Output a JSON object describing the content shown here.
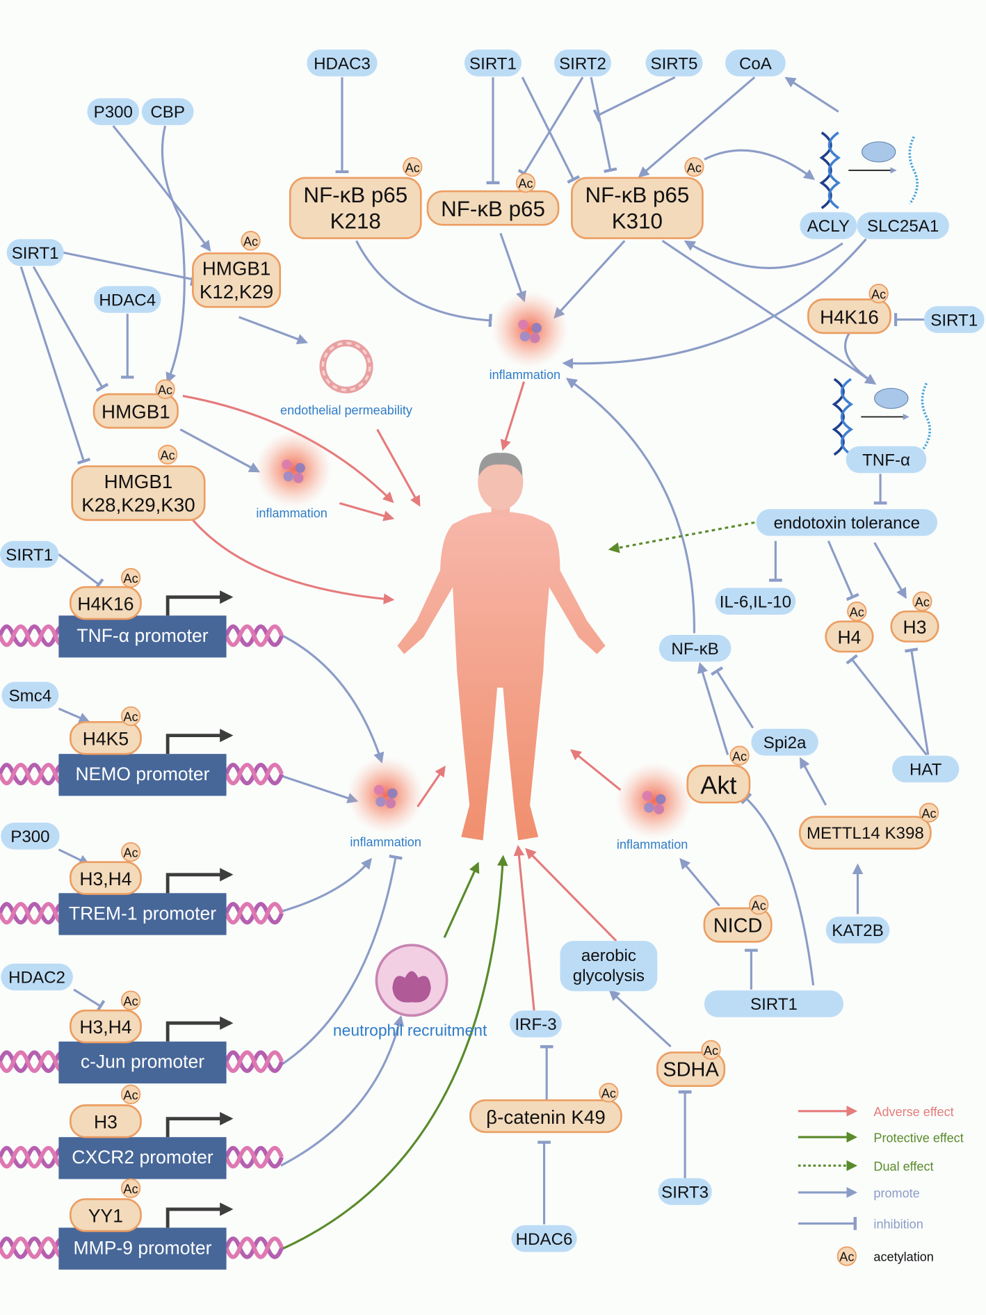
{
  "nodes": {
    "hdac3": "HDAC3",
    "sirt1_top": "SIRT1",
    "sirt2": "SIRT2",
    "sirt5": "SIRT5",
    "coa": "CoA",
    "p300_top": "P300",
    "cbp": "CBP",
    "sirt1_left": "SIRT1",
    "hdac4": "HDAC4",
    "acly": "ACLY",
    "slc25a1": "SLC25A1",
    "sirt1_h4k16": "SIRT1",
    "tnfa": "TNF-α",
    "endotoxin": "endotoxin tolerance",
    "il6": "IL-6,IL-10",
    "nfkb": "NF-κB",
    "spi2a": "Spi2a",
    "hat": "HAT",
    "sirt1_bottom": "SIRT1",
    "kat2b": "KAT2B",
    "irf3": "IRF-3",
    "hdac6": "HDAC6",
    "sirt3": "SIRT3",
    "aerobic": [
      "aerobic",
      "glycolysis"
    ],
    "sirt1_prom": "SIRT1",
    "smc4": "Smc4",
    "p300_prom": "P300",
    "hdac2": "HDAC2",
    "nfkb218": [
      "NF-κB p65",
      "K218"
    ],
    "nfkb_mid": "NF-κB p65",
    "nfkb310": [
      "NF-κB p65",
      "K310"
    ],
    "hmgb1_k12": [
      "HMGB1",
      "K12,K29"
    ],
    "hmgb1": "HMGB1",
    "hmgb1_k28": [
      "HMGB1",
      "K28,K29,K30"
    ],
    "h4k16_r": "H4K16",
    "h4": "H4",
    "h3": "H3",
    "akt": "Akt",
    "mettl14": "METTL14 K398",
    "nicd": "NICD",
    "sdha": "SDHA",
    "bcat": "β-catenin K49",
    "ph_h4k16": "H4K16",
    "ph_h4k5": "H4K5",
    "ph_h3h4": "H3,H4",
    "ph_h3h4_2": "H3,H4",
    "ph_h3": "H3",
    "ph_yy1": "YY1"
  },
  "promoters": [
    "TNF-α promoter",
    "NEMO promoter",
    "TREM-1 promoter",
    "c-Jun promoter",
    "CXCR2 promoter",
    "MMP-9 promoter"
  ],
  "labels": {
    "inflammation": "inflammation",
    "endothelial": "endothelial permeability",
    "neutrophil": "neutrophil recruitment",
    "ac": "Ac"
  },
  "legend": [
    {
      "label": "Adverse effect",
      "type": "adverse"
    },
    {
      "label": "Protective effect",
      "type": "protective"
    },
    {
      "label": "Dual effect",
      "type": "dual"
    },
    {
      "label": "promote",
      "type": "promote"
    },
    {
      "label": "inhibition",
      "type": "inhibit"
    },
    {
      "label": "acetylation",
      "type": "ac"
    }
  ],
  "colors": {
    "adverse": "#e57b7b",
    "protective": "#5a8a2a",
    "dual": "#5a8a2a",
    "promote": "#8b9cc6",
    "inhibit": "#8b9cc6",
    "blue_node": "#bcdcf6",
    "orange_node": "#f3dabb",
    "promoter": "#476799",
    "label_blue": "#2f7cc8"
  }
}
